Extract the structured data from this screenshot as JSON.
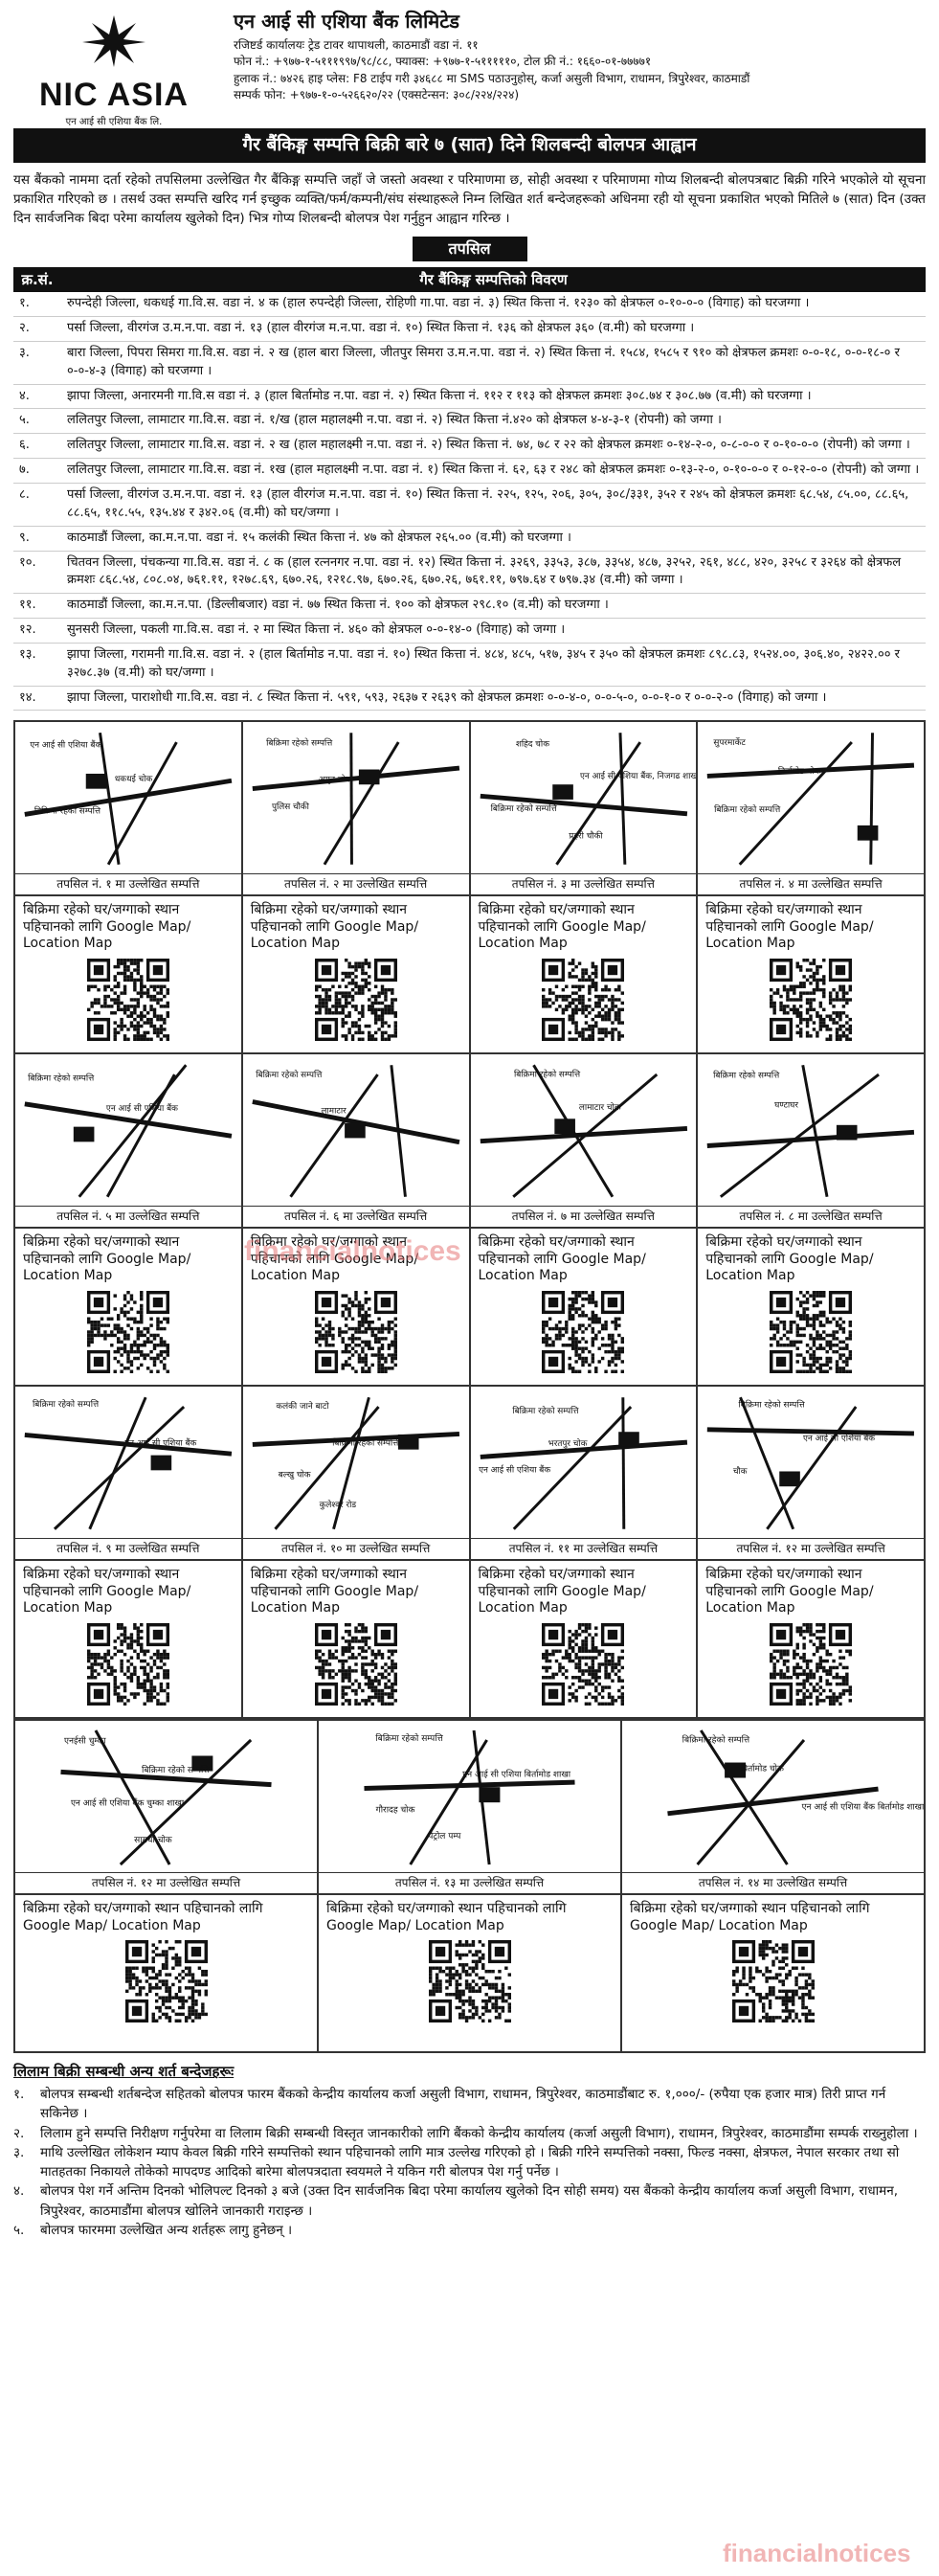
{
  "header": {
    "logo_name": "NIC ASIA",
    "logo_tagline": "एन आई सी एशिया बैंक लि.",
    "bank_name": "एन आई सी एशिया बैंक लिमिटेड",
    "lines": [
      "रजिष्टर्ड कार्यालयः ट्रेड टावर थापाथली, काठमाडौं वडा नं. ११",
      "फोन नं.: +९७७-१-५१११९९७/९८/८८, फ्याक्स: +९७७-१-५१११११०, टोल फ्री नं.: १६६०-०१-७७७७१",
      "हुलाक नं.: ७४२६ हाइ प्लेस: F8 टाईप गरी ३४६८८ मा SMS पठाउनुहोस्, कर्जा असुली विभाग, राधामन, त्रिपुरेश्वर, काठमाडौं",
      "सम्पर्क फोन: +९७७-१-०-५२६६२०/२२ (एक्सटेन्सन: ३०८/२२४/२२४)"
    ]
  },
  "notice_title": "गैर बैंकिङ्ग सम्पत्ति बिक्री बारे ७ (सात) दिने शिलबन्दी बोलपत्र आह्वान",
  "intro": "यस बैंकको नाममा दर्ता रहेको तपसिलमा उल्लेखित गैर बैंकिङ्ग सम्पत्ति जहाँ जे जस्तो अवस्था र परिमाणमा छ, सोही अवस्था र परिमाणमा गोप्य शिलबन्दी बोलपत्रबाट बिक्री गरिने भएकोले यो सूचना प्रकाशित गरिएको छ । तसर्थ उक्त सम्पत्ति खरिद गर्न इच्छुक व्यक्ति/फर्म/कम्पनी/संघ संस्थाहरूले निम्न लिखित शर्त बन्देजहरूको अधिनमा रही यो सूचना प्रकाशित भएको मितिले ७ (सात) दिन (उक्त दिन सार्वजनिक बिदा परेमा कार्यालय खुलेको दिन) भित्र गोप्य शिलबन्दी बोलपत्र पेश गर्नुहुन आह्वान गरिन्छ ।",
  "tapsil_label": "तपसिल",
  "table": {
    "col_sn": "क्र.सं.",
    "col_desc": "गैर बैंकिङ्ग सम्पत्तिको विवरण",
    "rows": [
      {
        "sn": "१.",
        "text": "रुपन्देही जिल्ला, धकधई गा.वि.स. वडा नं. ४ क (हाल रुपन्देही जिल्ला, रोहिणी गा.पा. वडा नं. ३) स्थित कित्ता नं. १२३० को क्षेत्रफल ०-१०-०-० (विगाह) को घरजग्गा ।"
      },
      {
        "sn": "२.",
        "text": "पर्सा जिल्ला, वीरगंज उ.म.न.पा. वडा नं. १३ (हाल वीरगंज म.न.पा. वडा नं. १०) स्थित कित्ता नं. १३६ को क्षेत्रफल ३६० (व.मी) को घरजग्गा ।"
      },
      {
        "sn": "३.",
        "text": "बारा जिल्ला, पिपरा सिमरा गा.वि.स. वडा नं. २ ख (हाल बारा जिल्ला, जीतपुर सिमरा उ.म.न.पा. वडा नं. २) स्थित कित्ता नं. १५८४, १५८५ र ९१० को क्षेत्रफल क्रमशः ०-०-१८, ०-०-१८-० र ०-०-४-३ (विगाह) को घरजग्गा ।"
      },
      {
        "sn": "४.",
        "text": "झापा जिल्ला, अनारमनी गा.वि.स वडा नं. ३ (हाल बिर्तामोड न.पा. वडा नं. २) स्थित कित्ता नं. ११२ र ११३ को क्षेत्रफल क्रमशः ३०८.७४ र ३०८.७७ (व.मी) को घरजग्गा ।"
      },
      {
        "sn": "५.",
        "text": "ललितपुर जिल्ला, लामाटार गा.वि.स. वडा नं. १/ख (हाल महालक्ष्मी न.पा. वडा नं. २) स्थित कित्ता नं.४२० को क्षेत्रफल ४-४-३-१ (रोपनी) को जग्गा ।"
      },
      {
        "sn": "६.",
        "text": "ललितपुर जिल्ला, लामाटार गा.वि.स. वडा नं. २ ख (हाल महालक्ष्मी न.पा. वडा नं. २) स्थित कित्ता नं. ७४, ७८ र २२ को क्षेत्रफल क्रमशः ०-१४-२-०, ०-८-०-० र ०-१०-०-० (रोपनी) को जग्गा ।"
      },
      {
        "sn": "७.",
        "text": "ललितपुर जिल्ला, लामाटार गा.वि.स. वडा नं. १ख (हाल महालक्ष्मी न.पा. वडा नं. १) स्थित कित्ता नं. ६२, ६३ र २४८ को क्षेत्रफल क्रमशः ०-१३-२-०, ०-१०-०-० र ०-१२-०-० (रोपनी) को जग्गा ।"
      },
      {
        "sn": "८.",
        "text": "पर्सा जिल्ला, वीरगंज उ.म.न.पा. वडा नं. १३ (हाल वीरगंज म.न.पा. वडा नं. १०) स्थित कित्ता नं. २२५, १२५, २०६, ३०५, ३०८/३३१, ३५२ र २४५ को क्षेत्रफल क्रमशः ६८.५४, ८५.००, ८८.६५, ८८.६५, ११८.५५, १३५.४४ र ३४२.०६ (व.मी) को घर/जग्गा ।"
      },
      {
        "sn": "९.",
        "text": "काठमाडौं जिल्ला, का.म.न.पा. वडा नं. १५ कलंकी स्थित कित्ता नं. ४७ को क्षेत्रफल २६५.०० (व.मी) को घरजग्गा ।"
      },
      {
        "sn": "१०.",
        "text": "चितवन जिल्ला, पंचकन्या गा.वि.स. वडा नं. ८ क (हाल रत्ननगर न.पा. वडा नं. १२) स्थित कित्ता नं. ३२६९, ३३५३, ३८७, ३३५४, ४८७, ३२५२, २६१, ४८८, ४२०, ३२५८ र ३२६४ को क्षेत्रफल क्रमशः ८६८.५४, ८०८.०४, ७६१.११, १२७८.६९, ६७०.२६, १२१८.९७, ६७०.२६, ६७०.२६, ७६१.११, ७९७.६४ र ७९७.३४ (व.मी) को जग्गा ।"
      },
      {
        "sn": "११.",
        "text": "काठमाडौं जिल्ला, का.म.न.पा. (डिल्लीबजार) वडा नं. ७७ स्थित कित्ता नं. १०० को क्षेत्रफल २९८.१० (व.मी) को घरजग्गा ।"
      },
      {
        "sn": "१२.",
        "text": "सुनसरी जिल्ला, पकली गा.वि.स. वडा नं. २ मा स्थित कित्ता नं. ४६० को क्षेत्रफल ०-०-१४-० (विगाह) को जग्गा ।"
      },
      {
        "sn": "१३.",
        "text": "झापा जिल्ला, गरामनी गा.वि.स. वडा नं. २ (हाल बिर्तामोड न.पा. वडा नं. १०) स्थित कित्ता नं. ४८४, ४८५, ५१७, ३४५ र ३५० को क्षेत्रफल क्रमशः ८९८.८३, १५२४.००, ३०६.४०, २४२२.०० र ३२७८.३७ (व.मी) को घर/जग्गा ।"
      },
      {
        "sn": "१४.",
        "text": "झापा जिल्ला, पाराशोधी गा.वि.स. वडा नं. ८ स्थित कित्ता नं. ५९१, ५९३, २६३७ र २६३९ को क्षेत्रफल क्रमशः ०-०-४-०, ०-०-५-०, ०-०-१-० र ०-०-२-० (विगाह) को जग्गा ।"
      }
    ]
  },
  "qr_text": "बिक्रिमा रहेको घर/जग्गाको स्थान पहिचानको लागि Google Map/ Location Map",
  "maps": [
    {
      "caption": "तपसिल नं. १ मा उल्लेखित सम्पत्ति",
      "labels": [
        "एन आई सी एशिया बैंक",
        "धकधई चोक",
        "बिक्रिमा रहेको सम्पत्ति"
      ]
    },
    {
      "caption": "तपसिल नं. २ मा उल्लेखित सम्पत्ति",
      "labels": [
        "बिक्रिमा रहेको सम्पत्ति",
        "अमृत चोक",
        "पुलिस चौकी"
      ]
    },
    {
      "caption": "तपसिल नं. ३ मा उल्लेखित सम्पत्ति",
      "labels": [
        "शहिद चोक",
        "एन आई सी एशिया बैंक, निजगढ शाखा",
        "बिक्रिमा रहेको सम्पत्ति",
        "प्रहरी चौकी"
      ]
    },
    {
      "caption": "तपसिल नं. ४ मा उल्लेखित सम्पत्ति",
      "labels": [
        "सुपरमार्केट",
        "बिर्तामोड चोक",
        "बिक्रिमा रहेको सम्पत्ति"
      ]
    },
    {
      "caption": "तपसिल नं. ५ मा उल्लेखित सम्पत्ति",
      "labels": [
        "बिक्रिमा रहेको सम्पत्ति",
        "एन आई सी एशिया बैंक"
      ]
    },
    {
      "caption": "तपसिल नं. ६ मा उल्लेखित सम्पत्ति",
      "labels": [
        "बिक्रिमा रहेको सम्पत्ति",
        "लामाटार"
      ]
    },
    {
      "caption": "तपसिल नं. ७ मा उल्लेखित सम्पत्ति",
      "labels": [
        "बिक्रिमा रहेको सम्पत्ति",
        "लामाटार चोक"
      ]
    },
    {
      "caption": "तपसिल नं. ८ मा उल्लेखित सम्पत्ति",
      "labels": [
        "बिक्रिमा रहेको सम्पत्ति",
        "घण्टाघर"
      ]
    },
    {
      "caption": "तपसिल नं. ९ मा उल्लेखित सम्पत्ति",
      "labels": [
        "बिक्रिमा रहेको सम्पत्ति",
        "एन आई सी एशिया बैंक"
      ]
    },
    {
      "caption": "तपसिल नं. १० मा उल्लेखित सम्पत्ति",
      "labels": [
        "कलंकी जाने बाटो",
        "बिक्रिमा रहेको सम्पत्ति",
        "बल्खु चोक",
        "कुलेश्वर रोड"
      ]
    },
    {
      "caption": "तपसिल नं. ११ मा उल्लेखित सम्पत्ति",
      "labels": [
        "बिक्रिमा रहेको सम्पत्ति",
        "भरतपुर चोक",
        "एन आई सी एशिया बैंक"
      ]
    },
    {
      "caption": "तपसिल नं. १२ मा उल्लेखित सम्पत्ति",
      "labels": [
        "बिक्रिमा रहेको सम्पत्ति",
        "एन आई सी एशिया बैंक",
        "चौक"
      ]
    },
    {
      "caption": "तपसिल नं. १२ मा उल्लेखित सम्पत्ति",
      "labels": [
        "एनईसी चुम्का",
        "बिक्रिमा रहेको सम्पत्ति",
        "एन आई सी एशिया बैंक चुम्का शाखा",
        "सायचा चोक"
      ]
    },
    {
      "caption": "तपसिल नं. १३ मा उल्लेखित सम्पत्ति",
      "labels": [
        "बिक्रिमा रहेको सम्पत्ति",
        "एन आई सी एशिया बिर्तामोड शाखा",
        "गौरादह चोक",
        "पेट्रोल पम्प"
      ]
    },
    {
      "caption": "तपसिल नं. १४ मा उल्लेखित सम्पत्ति",
      "labels": [
        "बिक्रिमा रहेको सम्पत्ति",
        "बिर्तामोड चोक",
        "एन आई सी एशिया बैंक बिर्तामोड शाखा"
      ]
    }
  ],
  "terms_title": "लिलाम बिक्री सम्बन्धी अन्य शर्त बन्देजहरूः",
  "terms": [
    {
      "n": "१.",
      "text": "बोलपत्र सम्बन्धी शर्तबन्देज सहितको बोलपत्र फारम बैंकको केन्द्रीय कार्यालय कर्जा असुली विभाग, राधामन, त्रिपुरेश्वर, काठमाडौंबाट रु. १,०००/- (रुपैया एक हजार मात्र) तिरी प्राप्त गर्न सकिनेछ ।"
    },
    {
      "n": "२.",
      "text": "लिलाम हुने सम्पत्ति निरीक्षण गर्नुपरेमा वा लिलाम बिक्री सम्बन्धी विस्तृत जानकारीको लागि बैंकको केन्द्रीय कार्यालय (कर्जा असुली विभाग), राधामन, त्रिपुरेश्वर, काठमाडौंमा सम्पर्क राख्नुहोला ।"
    },
    {
      "n": "३.",
      "text": "माथि उल्लेखित लोकेशन म्याप केवल बिक्री गरिने सम्पत्तिको स्थान पहिचानको लागि मात्र उल्लेख गरिएको हो । बिक्री गरिने सम्पत्तिको नक्सा, फिल्ड नक्सा, क्षेत्रफल, नेपाल सरकार तथा सो मातहतका निकायले तोकेको मापदण्ड आदिको बारेमा बोलपत्रदाता स्वयमले ने यकिन गरी बोलपत्र पेश गर्नु पर्नेछ ।"
    },
    {
      "n": "४.",
      "text": "बोलपत्र पेश गर्ने अन्तिम दिनको भोलिपल्ट दिनको ३ बजे (उक्त दिन सार्वजनिक बिदा परेमा कार्यालय खुलेको दिन सोही समय) यस बैंकको केन्द्रीय कार्यालय कर्जा असुली विभाग, राधामन, त्रिपुरेश्वर, काठमाडौंमा बोलपत्र खोलिने जानकारी गराइन्छ ।"
    },
    {
      "n": "५.",
      "text": "बोलपत्र फारममा उल्लेखित अन्य शर्तहरू लागु हुनेछन् ।"
    }
  ],
  "watermark": "financialnotices",
  "colors": {
    "black": "#111111",
    "watermark": "#e67878"
  }
}
